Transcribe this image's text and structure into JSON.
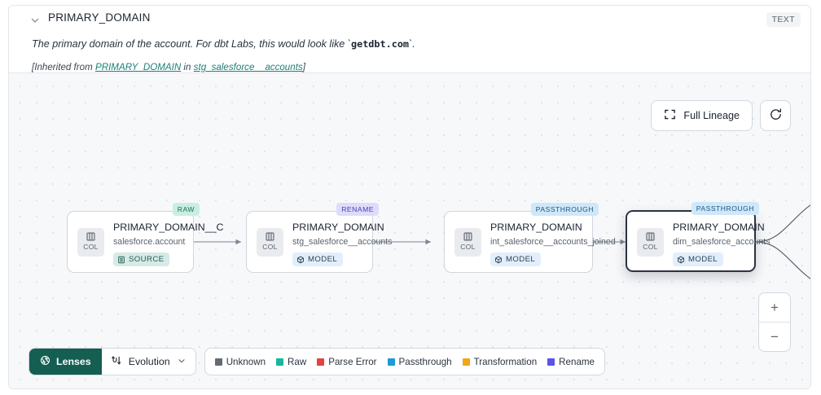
{
  "header": {
    "collapse_icon": "chevron-down-icon",
    "column_name": "PRIMARY_DOMAIN",
    "type_badge": "TEXT",
    "description_prefix": "The primary domain of the account. For dbt Labs, this would look like `",
    "description_code": "getdbt.com",
    "description_suffix": "`.",
    "inherited_prefix": "[Inherited from ",
    "inherited_link_1": "PRIMARY_DOMAIN",
    "inherited_middle": " in ",
    "inherited_link_2": "stg_salesforce__accounts",
    "inherited_suffix": "]"
  },
  "toolbar": {
    "full_lineage_label": "Full Lineage",
    "full_lineage_icon": "expand-corners-icon",
    "refresh_icon": "refresh-icon"
  },
  "zoom_controls": {
    "zoom_in_label": "+",
    "zoom_out_label": "−"
  },
  "graph": {
    "col_badge_label": "COL",
    "nodes": [
      {
        "name": "PRIMARY_DOMAIN__C",
        "subtitle": "salesforce.account",
        "kind": "SOURCE",
        "kind_icon": "database-icon",
        "tag": "RAW",
        "tag_color": "#c8eee2",
        "selected": false
      },
      {
        "name": "PRIMARY_DOMAIN",
        "subtitle": "stg_salesforce__accounts",
        "kind": "MODEL",
        "kind_icon": "cube-icon",
        "tag": "RENAME",
        "tag_color": "#dedcfb",
        "selected": false
      },
      {
        "name": "PRIMARY_DOMAIN",
        "subtitle": "int_salesforce__accounts_joined",
        "kind": "MODEL",
        "kind_icon": "cube-icon",
        "tag": "PASSTHROUGH",
        "tag_color": "#cfe7f8",
        "selected": false
      },
      {
        "name": "PRIMARY_DOMAIN",
        "subtitle": "dim_salesforce_accounts",
        "kind": "MODEL",
        "kind_icon": "cube-icon",
        "tag": "PASSTHROUGH",
        "tag_color": "#cfe7f8",
        "selected": true
      }
    ]
  },
  "bottom_bar": {
    "lenses_label": "Lenses",
    "lenses_icon": "aperture-icon",
    "evolution_label": "Evolution",
    "evolution_icon": "flow-icon",
    "evolution_chevron": "chevron-down-icon",
    "legend": [
      {
        "label": "Unknown",
        "color": "#646b75"
      },
      {
        "label": "Raw",
        "color": "#15b79e"
      },
      {
        "label": "Parse Error",
        "color": "#e1443c"
      },
      {
        "label": "Passthrough",
        "color": "#1c9ad6"
      },
      {
        "label": "Transformation",
        "color": "#f2a515"
      },
      {
        "label": "Rename",
        "color": "#5b53e8"
      }
    ]
  }
}
